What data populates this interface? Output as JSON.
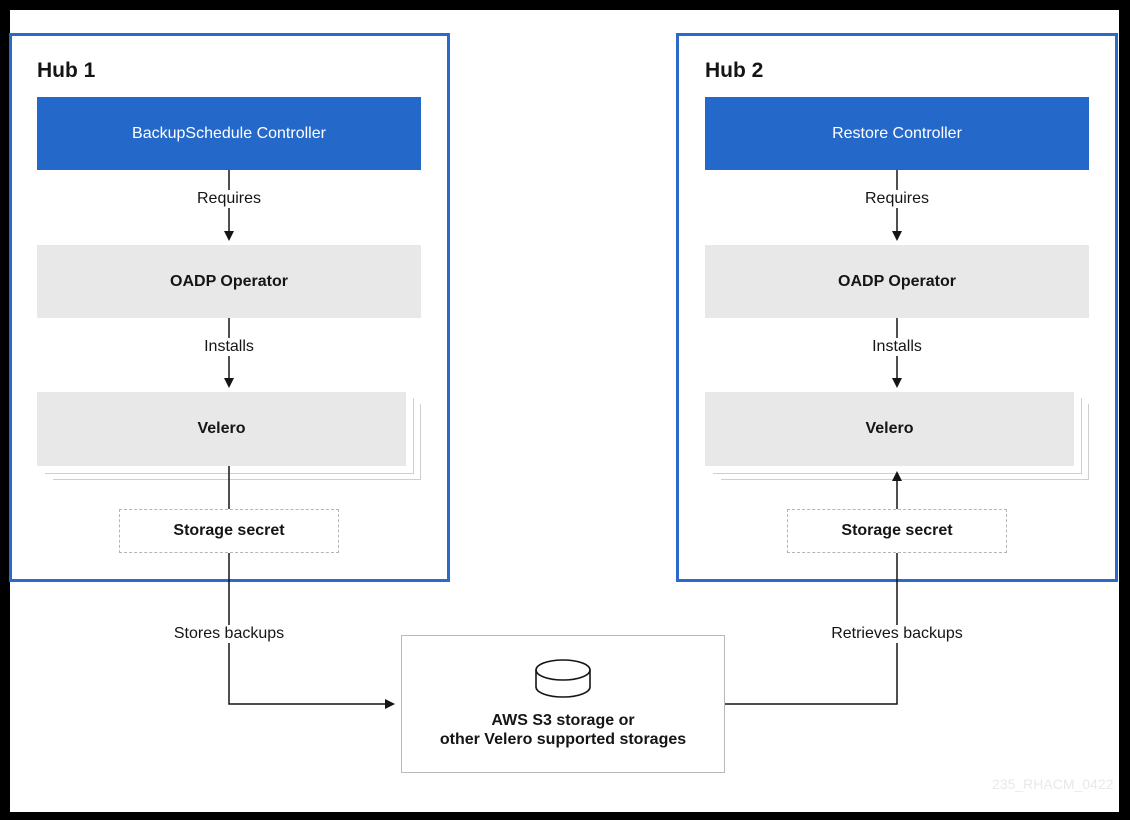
{
  "hubs": [
    {
      "title": "Hub 1",
      "controller": "BackupSchedule Controller",
      "requires_label": "Requires",
      "operator": "OADP Operator",
      "installs_label": "Installs",
      "velero": "Velero",
      "secret": "Storage secret"
    },
    {
      "title": "Hub 2",
      "controller": "Restore Controller",
      "requires_label": "Requires",
      "operator": "OADP Operator",
      "installs_label": "Installs",
      "velero": "Velero",
      "secret": "Storage secret"
    }
  ],
  "storage": {
    "line1": "AWS S3 storage or",
    "line2": "other Velero supported storages",
    "icon": "database-icon"
  },
  "edges": {
    "stores": "Stores backups",
    "retrieves": "Retrieves backups"
  },
  "watermark": "235_RHACM_0422",
  "colors": {
    "hub_border": "#2a6ac9",
    "controller_fill": "#2468c9",
    "component_fill": "#e8e8e8"
  }
}
